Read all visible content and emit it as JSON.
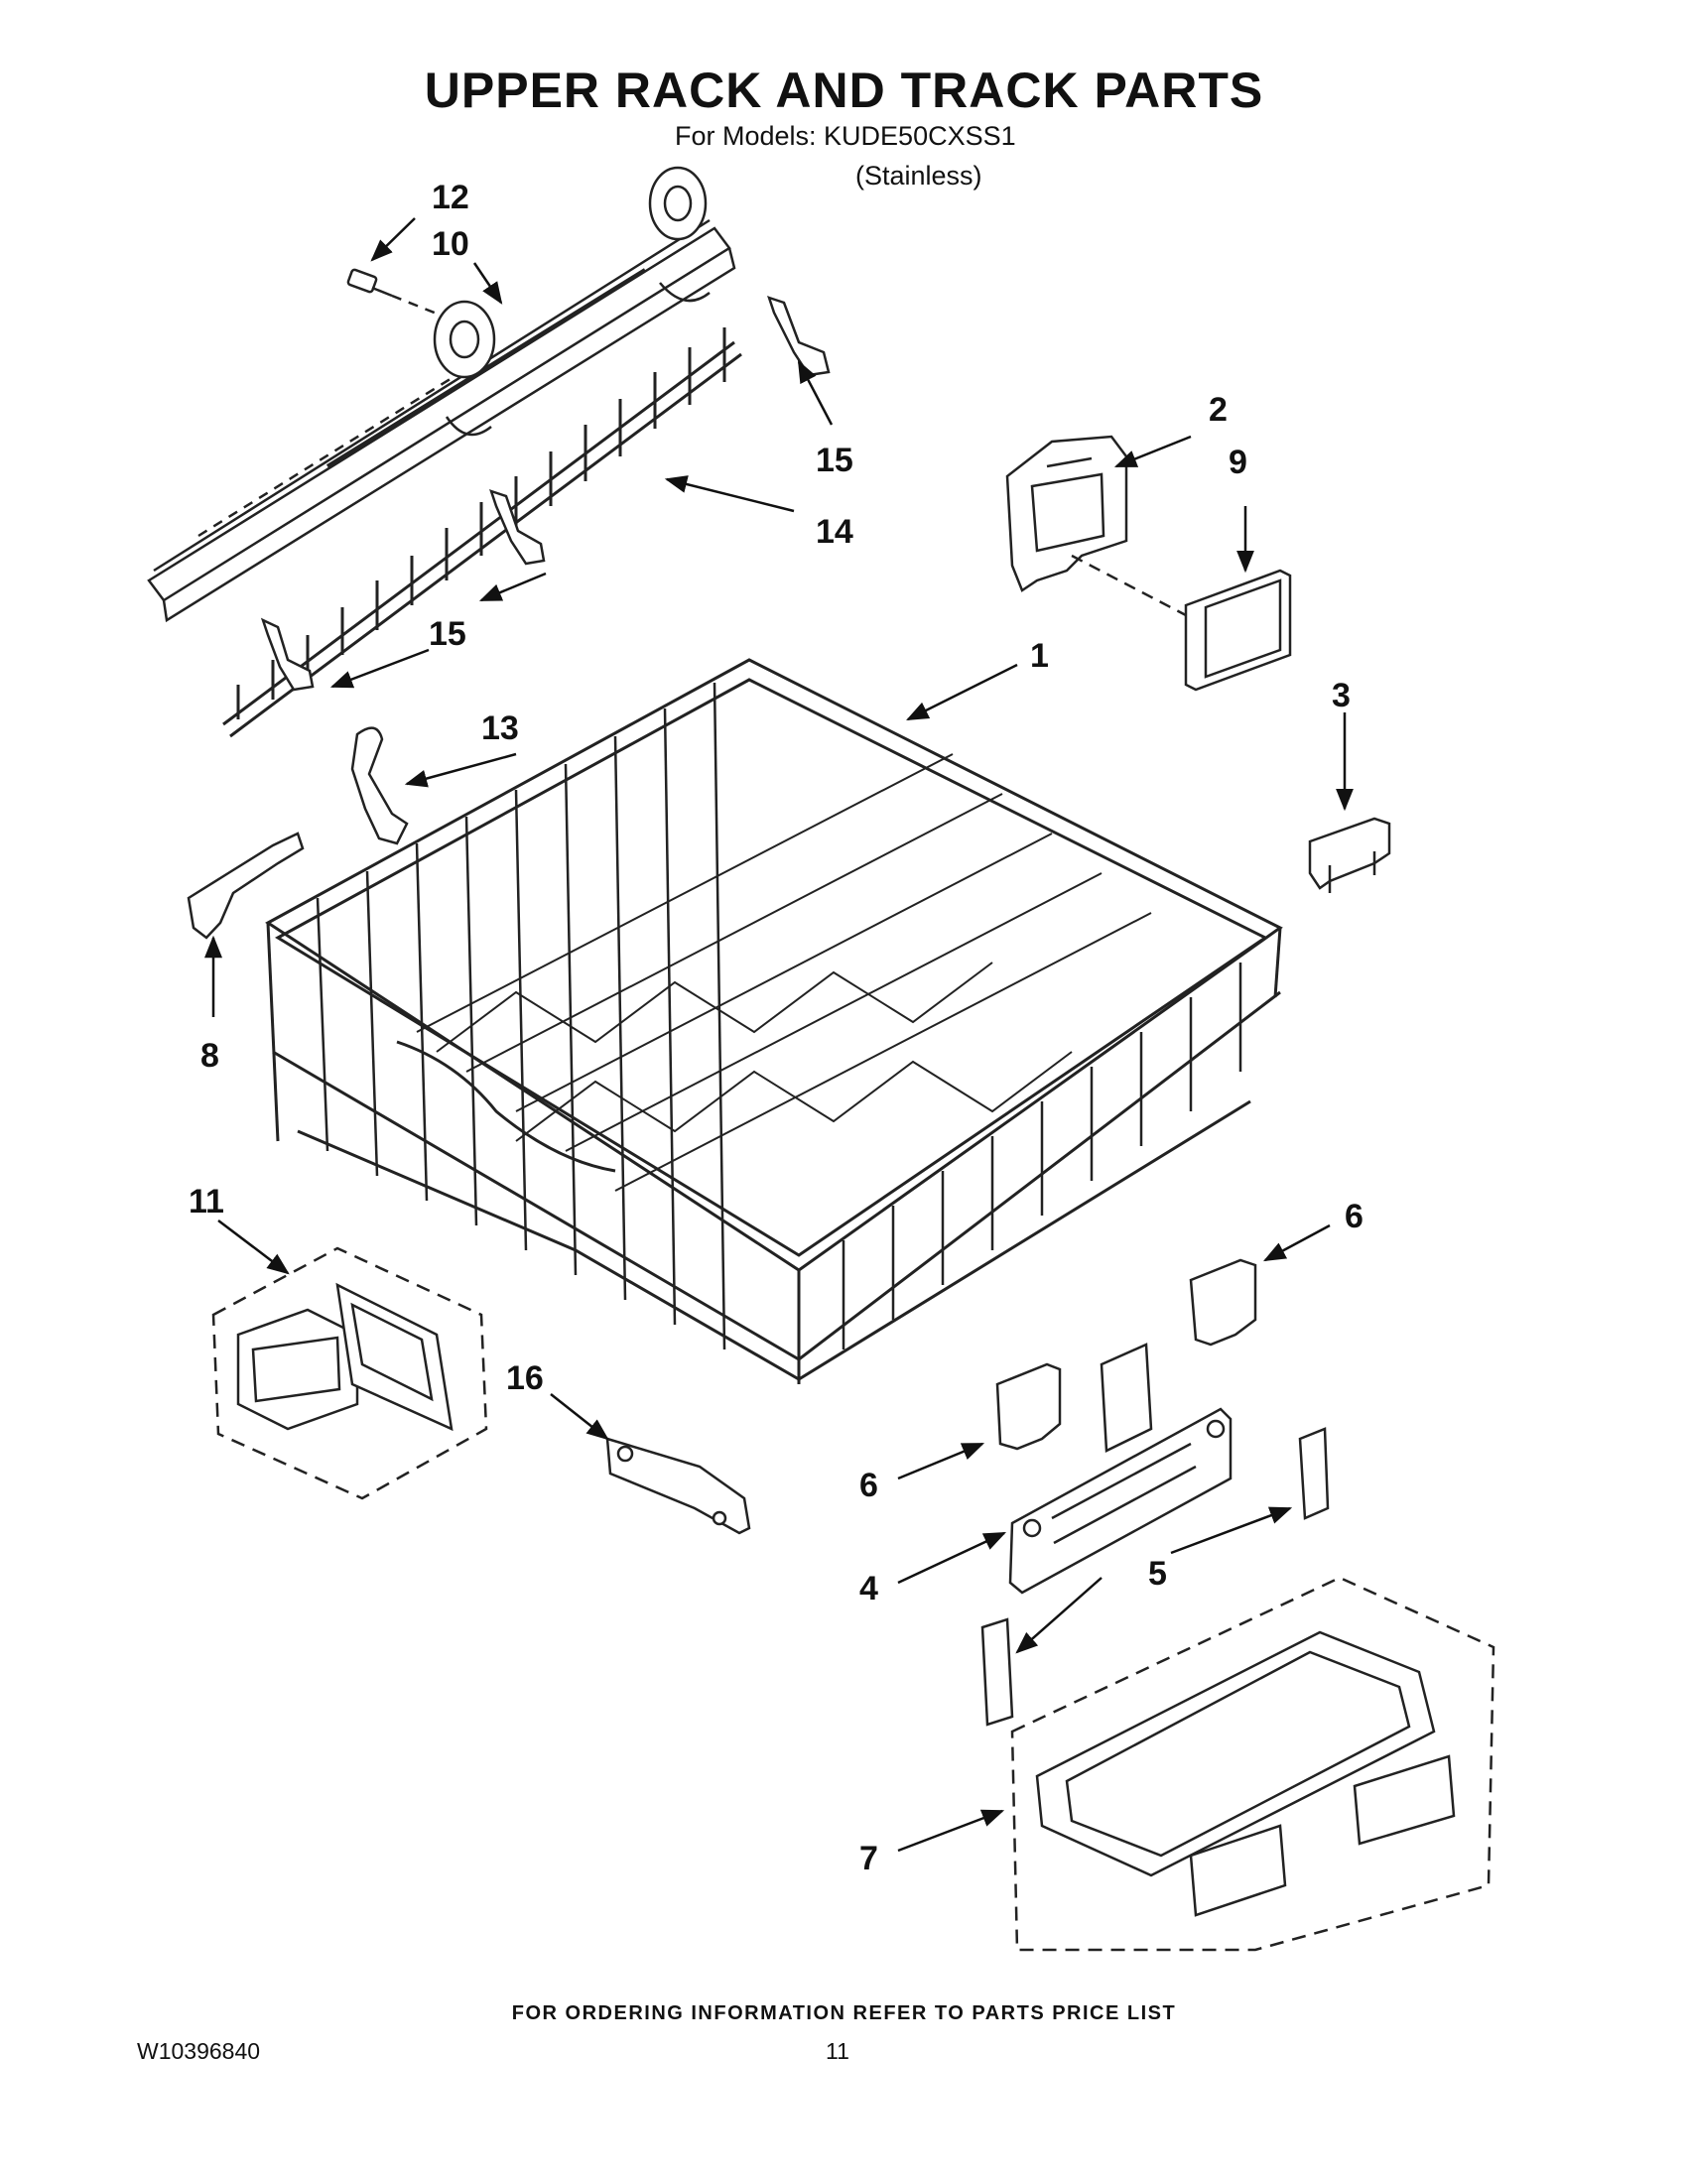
{
  "title": "UPPER RACK AND TRACK PARTS",
  "models_line": "For Models: KUDE50CXSS1",
  "finish": "(Stainless)",
  "footer_note": "FOR ORDERING INFORMATION REFER TO PARTS PRICE LIST",
  "document_number": "W10396840",
  "page_number": "11",
  "callouts": [
    "12",
    "10",
    "15",
    "14",
    "15",
    "2",
    "9",
    "1",
    "13",
    "3",
    "8",
    "11",
    "16",
    "6",
    "6",
    "4",
    "5",
    "7"
  ]
}
